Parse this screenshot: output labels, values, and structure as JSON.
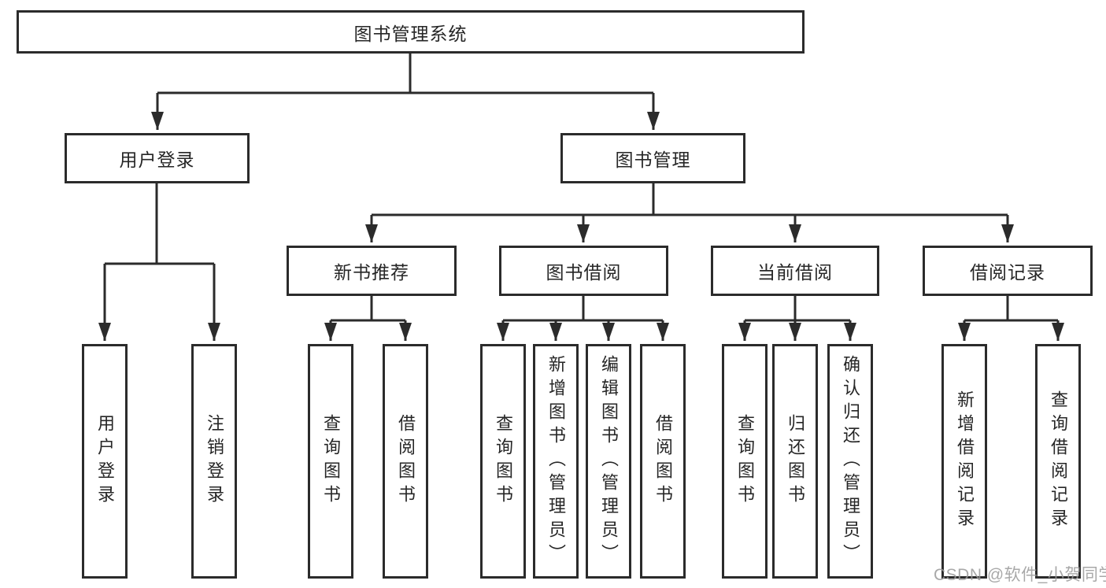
{
  "diagram": {
    "root": {
      "label": "图书管理系统"
    },
    "level1": [
      {
        "label": "用户登录"
      },
      {
        "label": "图书管理"
      }
    ],
    "level2": [
      {
        "label": "新书推荐"
      },
      {
        "label": "图书借阅"
      },
      {
        "label": "当前借阅"
      },
      {
        "label": "借阅记录"
      }
    ],
    "leaves": {
      "user_login": [
        {
          "label": "用户登录"
        },
        {
          "label": "注销登录"
        }
      ],
      "new_book_recommend": [
        {
          "label": "查询图书"
        },
        {
          "label": "借阅图书"
        }
      ],
      "book_borrow": [
        {
          "label": "查询图书"
        },
        {
          "label": "新增图书（管理员）"
        },
        {
          "label": "编辑图书（管理员）"
        },
        {
          "label": "借阅图书"
        }
      ],
      "current_borrow": [
        {
          "label": "查询图书"
        },
        {
          "label": "归还图书"
        },
        {
          "label": "确认归还（管理员）"
        }
      ],
      "borrow_record": [
        {
          "label": "新增借阅记录"
        },
        {
          "label": "查询借阅记录"
        }
      ]
    },
    "watermark": "CSDN @软件_小贺同学",
    "colors": {
      "line": "#2b2b2b",
      "text": "#262626",
      "background": "#ffffff",
      "watermark": "#9a9a9a"
    }
  }
}
